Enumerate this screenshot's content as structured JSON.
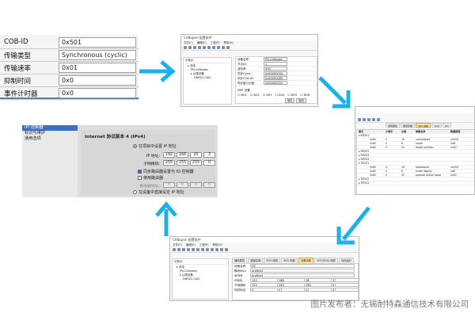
{
  "panel_a": {
    "rows": [
      {
        "label": "COB-ID",
        "value": "0x501"
      },
      {
        "label": "传输类型",
        "value": "Synchronous (cyclic)"
      },
      {
        "label": "传输速率",
        "value": "0x01"
      },
      {
        "label": "抑制时间",
        "value": "0x0"
      },
      {
        "label": "事件计时器",
        "value": "0x0"
      }
    ]
  },
  "panel_b": {
    "title": "CANopen 配置软件",
    "menu": [
      "文件(F)",
      "编辑(E)",
      "工程(P)",
      "帮助(H)"
    ],
    "tree_header": "设备树",
    "tree": [
      {
        "level": 1,
        "text": "▸ 总线"
      },
      {
        "level": 2,
        "text": "PN-CANopen"
      },
      {
        "level": 2,
        "text": "▸ 从属设备"
      },
      {
        "level": 3,
        "text": "DNR22-CAN"
      }
    ],
    "fields": [
      {
        "label": "设备名称:",
        "value": "PN-CANopen"
      },
      {
        "label": "节点ID:",
        "value": "1"
      },
      {
        "label": "波特率:",
        "value": "500"
      },
      {
        "label": "同步Cycle:",
        "value": "0x00000000"
      },
      {
        "label": "同步COB-ID:",
        "value": "0x00000080"
      },
      {
        "label": "同步窗口长度:",
        "value": "0x00000000"
      }
    ],
    "nmt_label": "NMT 设置",
    "checks": [
      "BH1",
      "BH2",
      "BH3",
      "BH4",
      "BH5",
      "BH6"
    ],
    "buttons": [
      "保存",
      "取消"
    ]
  },
  "panel_c": {
    "tabs": [
      "通用属性",
      "错误控制",
      "PDO 映射",
      "SDO",
      "OD"
    ],
    "active_tab": 2,
    "headers": [
      "索引",
      "子索引",
      "长度",
      "参数名称",
      "数据类型"
    ],
    "rows": [
      [
        "▾ RPDO1",
        "",
        "",
        "",
        ""
      ],
      [
        "0x60",
        "0",
        "16",
        "controlword",
        "uint16"
      ],
      [
        "0x60",
        "0",
        "8",
        "mode",
        "int8"
      ],
      [
        "0x60",
        "0",
        "32",
        "target position",
        "int32"
      ],
      [
        "▸ RPDO2",
        "",
        "",
        "",
        ""
      ],
      [
        "▸ RPDO3",
        "",
        "",
        "",
        ""
      ],
      [
        "▸ RPDO4",
        "",
        "",
        "",
        ""
      ],
      [
        "▾ TPDO1",
        "",
        "",
        "",
        ""
      ],
      [
        "0x60",
        "0",
        "16",
        "statusword",
        "uint16"
      ],
      [
        "0x60",
        "0",
        "8",
        "mode display",
        "int8"
      ],
      [
        "0x60",
        "0",
        "32",
        "position actual value",
        "int32"
      ],
      [
        "▸ TPDO2",
        "",
        "",
        "",
        ""
      ],
      [
        "▸ TPDO3",
        "",
        "",
        "",
        ""
      ]
    ]
  },
  "panel_d": {
    "nav": [
      "IP/ 控制器",
      "标识与维护",
      "通用选项"
    ],
    "selected_nav": 0,
    "heading": "Internet 协议版本 4 (IPv4)",
    "radio_project": "在项目中设置 IP 地址",
    "ip_label": "IP 地址:",
    "ip": [
      "192",
      "168",
      "20",
      "3"
    ],
    "mask_label": "子网掩码:",
    "mask": [
      "255",
      "255",
      "255",
      "0"
    ],
    "sync_router": "同步路由器设置与 IO 控制器",
    "use_router": "使用路由器",
    "router_label": "路由器地址:",
    "router": [
      "0",
      "0",
      "0",
      "0"
    ],
    "radio_device": "在设备中直接设定 IP 地址"
  },
  "panel_e": {
    "title": "CANopen 配置软件",
    "menu": [
      "文件(F)",
      "编辑(E)",
      "工程(P)",
      "帮助(H)"
    ],
    "tree_header": "设备树",
    "tree": [
      {
        "level": 1,
        "text": "▸ 总线"
      },
      {
        "level": 2,
        "text": "PN-CANopen"
      },
      {
        "level": 2,
        "text": "▸ 从属设备"
      },
      {
        "level": 3,
        "text": "DNR22-CAN"
      }
    ],
    "tabs": [
      "通用属性",
      "错误控制",
      "PDO 映射",
      "SDO 映射",
      "设备参数",
      "DCF(EDS) 映射",
      "自动运行"
    ],
    "active_tab": 4,
    "rows": [
      {
        "label": "设备名称",
        "value": "N7"
      },
      {
        "label": "模块Mod",
        "value": "profinet"
      },
      {
        "label": "序列号",
        "value": "profinet"
      }
    ],
    "ip_rows": [
      {
        "label": "IP地址",
        "value": [
          "192",
          "168",
          "20",
          "3"
        ]
      },
      {
        "label": "子网掩码",
        "value": [
          "255",
          "255",
          "255",
          "0"
        ]
      },
      {
        "label": "网关地址",
        "value": [
          "0",
          "0",
          "0",
          "0"
        ]
      }
    ]
  },
  "caption": "图片发布者：无锡耐特森通信技术有限公司",
  "colors": {
    "arrow": "#1ab2e8",
    "accent": "#3b6fc4"
  }
}
